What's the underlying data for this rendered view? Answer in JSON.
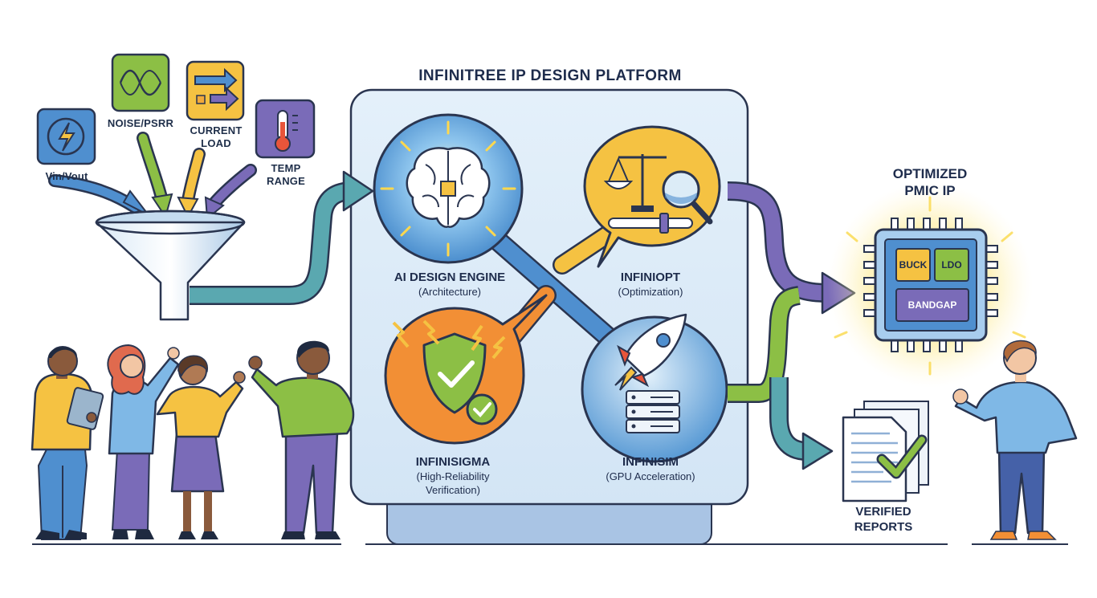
{
  "platform_title": "INFINITREE IP DESIGN PLATFORM",
  "inputs": {
    "vin_vout": "Vin/Vout",
    "noise_psrr": "NOISE/PSRR",
    "current_load": [
      "CURRENT",
      "LOAD"
    ],
    "temp_range": [
      "TEMP",
      "RANGE"
    ]
  },
  "modules": {
    "ai_engine": {
      "title": "AI DESIGN ENGINE",
      "subtitle": "(Architecture)"
    },
    "infiniopt": {
      "title": "INFINIOPT",
      "subtitle": "(Optimization)"
    },
    "infinisigma": {
      "title": "INFINISIGMA",
      "subtitle": [
        "(High-Reliability",
        "Verification)"
      ]
    },
    "infinisim": {
      "title": "INFINISIM",
      "subtitle": "(GPU Acceleration)"
    }
  },
  "outputs": {
    "pmic": {
      "title": [
        "OPTIMIZED",
        "PMIC IP"
      ],
      "blocks": [
        "BUCK",
        "LDO",
        "BANDGAP"
      ]
    },
    "reports": {
      "title": [
        "VERIFIED",
        "REPORTS"
      ]
    }
  },
  "colors": {
    "blue": "#4f8fcf",
    "green": "#8cbf45",
    "yellow": "#f5c242",
    "purple": "#7a6bb8",
    "orange": "#f28f35",
    "teal": "#5aa8b0",
    "outline": "#2a3550"
  }
}
